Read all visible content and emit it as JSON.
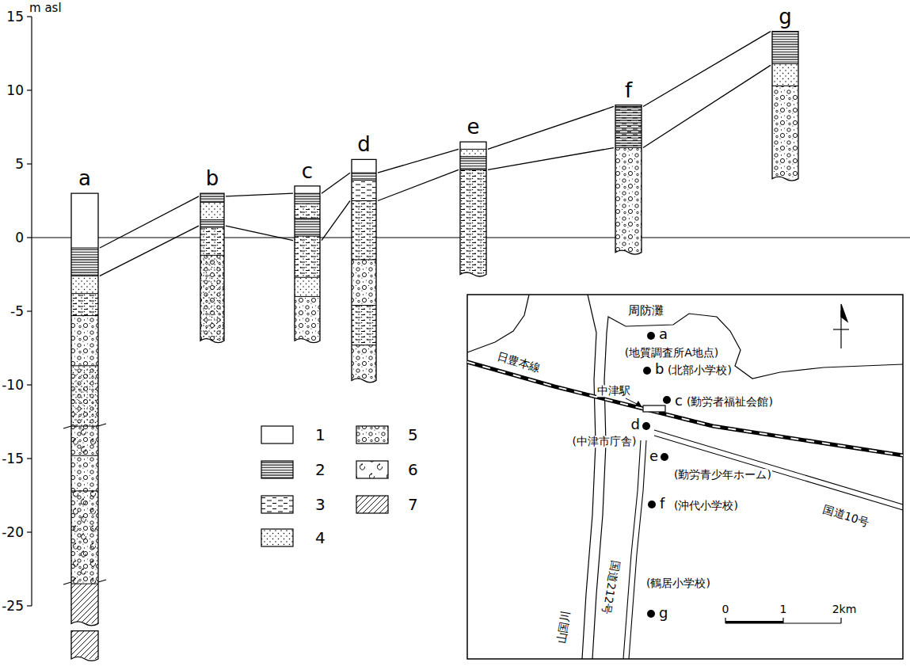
{
  "diagram": {
    "nodes": [
      {
        "text": [
          "a"
        ]
      },
      {
        "text": [
          "b"
        ]
      },
      {
        "text": [
          "c"
        ]
      },
      {
        "text": [
          "d"
        ]
      },
      {
        "text": [
          "e"
        ]
      },
      {
        "text": [
          "f"
        ]
      },
      {
        "text": [
          "g"
        ]
      }
    ],
    "edges": [
      {
        "from": 0,
        "to": 1,
        "arrow": "none"
      },
      {
        "from": 1,
        "to": 2,
        "arrow": "none"
      },
      {
        "from": 2,
        "to": 3,
        "arrow": "none"
      },
      {
        "from": 3,
        "to": 4,
        "arrow": "none"
      },
      {
        "from": 4,
        "to": 5,
        "arrow": "none"
      },
      {
        "from": 5,
        "to": 6,
        "arrow": "none"
      },
      {
        "from": 0,
        "to": 1,
        "arrow": "none"
      },
      {
        "from": 1,
        "to": 2,
        "arrow": "none"
      },
      {
        "from": 2,
        "to": 3,
        "arrow": "none"
      },
      {
        "from": 3,
        "to": 4,
        "arrow": "none"
      },
      {
        "from": 4,
        "to": 5,
        "arrow": "none"
      },
      {
        "from": 5,
        "to": 6,
        "arrow": "none"
      }
    ],
    "labels": [
      "15",
      "m asl",
      "10",
      "5",
      "0",
      "-5",
      "-10",
      "-15",
      "-20",
      "-25",
      "周防灘",
      "日豊本線",
      "中津駅",
      "a",
      "(地質調査所A地点)",
      "b",
      "(北部小学校)",
      "c",
      "(勤労者福祉会館)",
      "(中津市庁舎)",
      "d",
      "e",
      "(勤労青少年ホーム)",
      "f",
      "(沖代小学校)",
      "国道10号",
      "(鶴居小学校)",
      "g",
      "国道212号",
      "山国川",
      "0",
      "1",
      "2km"
    ],
    "legend": [
      {
        "text": "1"
      },
      {
        "text": "2"
      },
      {
        "text": "3"
      },
      {
        "text": "4"
      },
      {
        "text": "5"
      },
      {
        "text": "6"
      },
      {
        "text": "7"
      }
    ]
  }
}
